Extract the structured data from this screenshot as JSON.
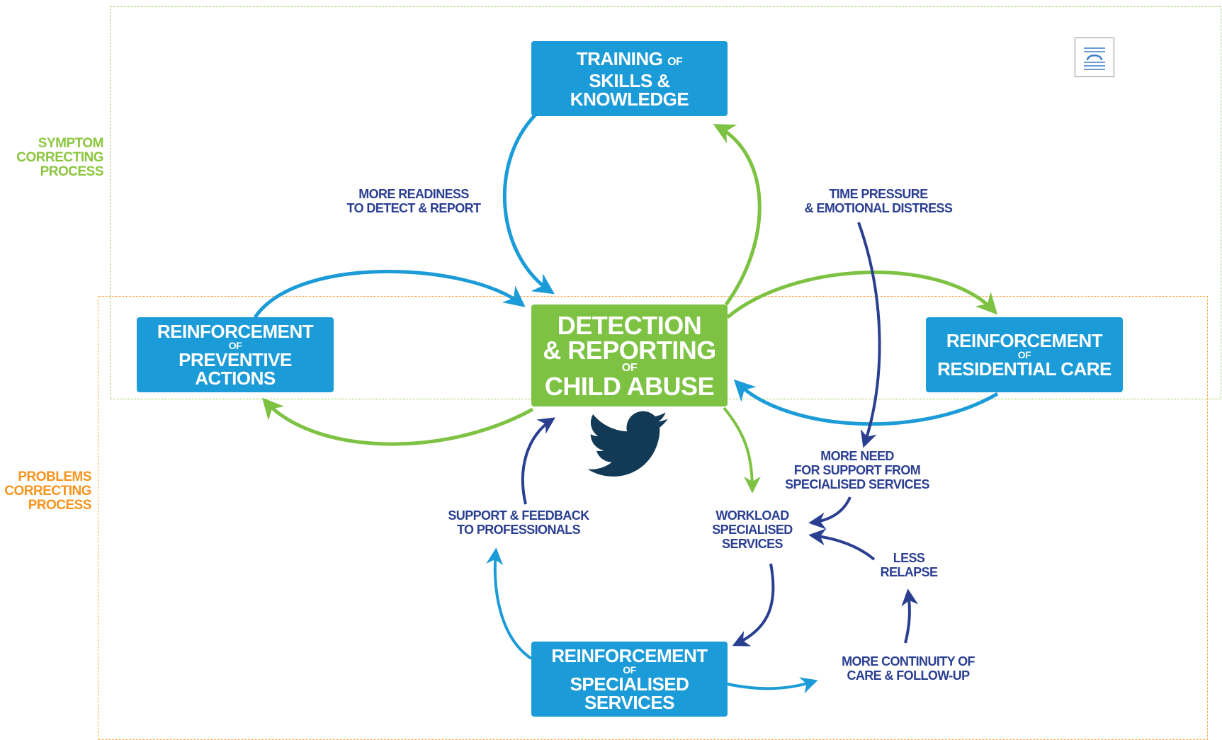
{
  "zones": {
    "symptom": [
      "SYMPTOM",
      "CORRECTING",
      "PROCESS"
    ],
    "problems": [
      "PROBLEMS",
      "CORRECTING",
      "PROCESS"
    ]
  },
  "nodes": {
    "training": {
      "line1": "TRAINING",
      "of": "OF",
      "line2": "SKILLS &",
      "line3": "KNOWLEDGE"
    },
    "detection": {
      "line1": "DETECTION",
      "line2": "& REPORTING",
      "of": "OF",
      "line3": "CHILD ABUSE"
    },
    "preventive": {
      "line1": "REINFORCEMENT",
      "of": "OF",
      "line2": "PREVENTIVE ACTIONS"
    },
    "residential": {
      "line1": "REINFORCEMENT",
      "of": "OF",
      "line2": "RESIDENTIAL CARE"
    },
    "specialised": {
      "line1": "REINFORCEMENT",
      "of": "OF",
      "line2": "SPECIALISED SERVICES"
    }
  },
  "edge_labels": {
    "readiness": [
      "MORE READINESS",
      "TO DETECT & REPORT"
    ],
    "time_pressure": [
      "TIME PRESSURE",
      "& EMOTIONAL DISTRESS"
    ],
    "more_need": [
      "MORE NEED",
      "FOR SUPPORT FROM",
      "SPECIALISED SERVICES"
    ],
    "support": [
      "SUPPORT & FEEDBACK",
      "TO PROFESSIONALS"
    ],
    "workload": [
      "WORKLOAD",
      "SPECIALISED",
      "SERVICES"
    ],
    "less_relapse": [
      "LESS",
      "RELAPSE"
    ],
    "continuity": [
      "MORE CONTINUITY OF",
      "CARE & FOLLOW-UP"
    ]
  },
  "colors": {
    "blue_box": "#1b9bd7",
    "green_box": "#7dc242",
    "light_blue_arrow": "#1b9bd7",
    "green_arrow": "#7dc242",
    "dark_blue_arrow": "#2b3f91",
    "symptom_zone": "#8cc63f",
    "problems_zone": "#f7941d",
    "bird": "#123a56"
  },
  "icons": [
    "document-icon",
    "twitter-bird-icon"
  ]
}
